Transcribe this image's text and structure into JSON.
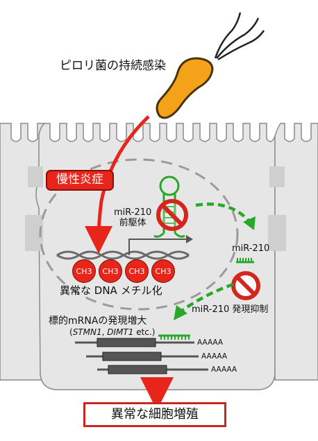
{
  "labels": {
    "h_pylori": "ピロリ菌の持続感染",
    "inflammation": "慢性炎症",
    "precursor_line1": "miR-210",
    "precursor_line2": "前駆体",
    "mature_mirna": "miR-210",
    "methylation": "異常な DNA メチル化",
    "suppression": "miR-210 発現抑制",
    "target_mrna": "標的mRNAの発現増大",
    "gene1": "STMN1",
    "gene2": "DIMT1",
    "etc": "etc.",
    "ch3": "CH3",
    "polya": "AAAAA",
    "outcome": "異常な細胞増殖"
  },
  "colors": {
    "cell": "#e6e6e6",
    "cell_outline": "#8a8a8a",
    "junction": "#cfcfcf",
    "arrow_red": "#e8251b",
    "arrow_green": "#27a827",
    "bacterium": "#f3a21a",
    "bacterium_outline": "#4a3208",
    "forbid": "#d4261c"
  },
  "icons": [
    "bacterium-icon",
    "hairpin-rna-icon",
    "prohibition-icon"
  ]
}
